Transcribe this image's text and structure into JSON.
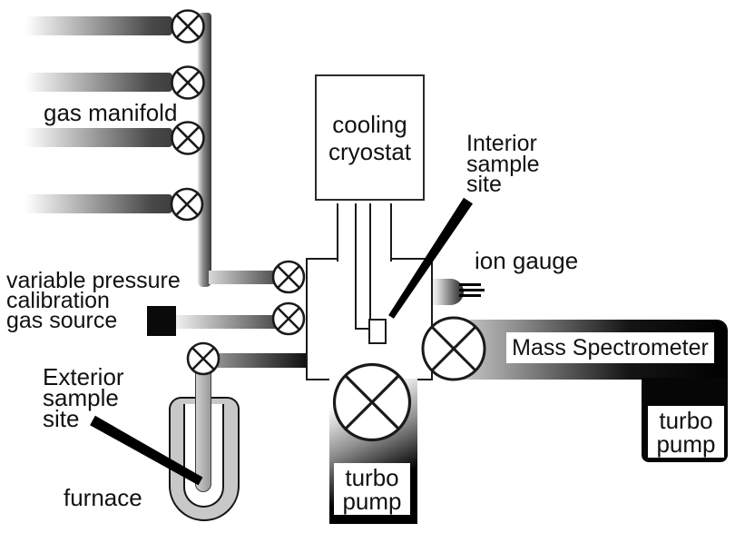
{
  "labels": {
    "gas_manifold": "gas manifold",
    "cooling_cryostat": [
      "cooling",
      "cryostat"
    ],
    "interior_sample_site": [
      "Interior",
      "sample",
      "site"
    ],
    "ion_gauge": "ion gauge",
    "mass_spectrometer": "Mass Spectrometer",
    "turbo_pump_right": [
      "turbo",
      "pump"
    ],
    "turbo_pump_bottom": [
      "turbo",
      "pump"
    ],
    "variable_pressure_source": [
      "variable pressure",
      "calibration",
      "gas source"
    ],
    "exterior_sample_site": [
      "Exterior",
      "sample",
      "site"
    ],
    "furnace": "furnace"
  },
  "icons": {
    "valve": "circle-with-x-valve-symbol",
    "ion_gauge": "capsule-with-filament-pins",
    "callout_pointer": "thick-black-leader-line"
  },
  "colors": {
    "outline": "#1a1a1a",
    "background": "#ffffff",
    "furnace_fill": "#c8c8c8",
    "duct_black": "#000000",
    "pipe_dark_gray": "#3e3e3e"
  }
}
